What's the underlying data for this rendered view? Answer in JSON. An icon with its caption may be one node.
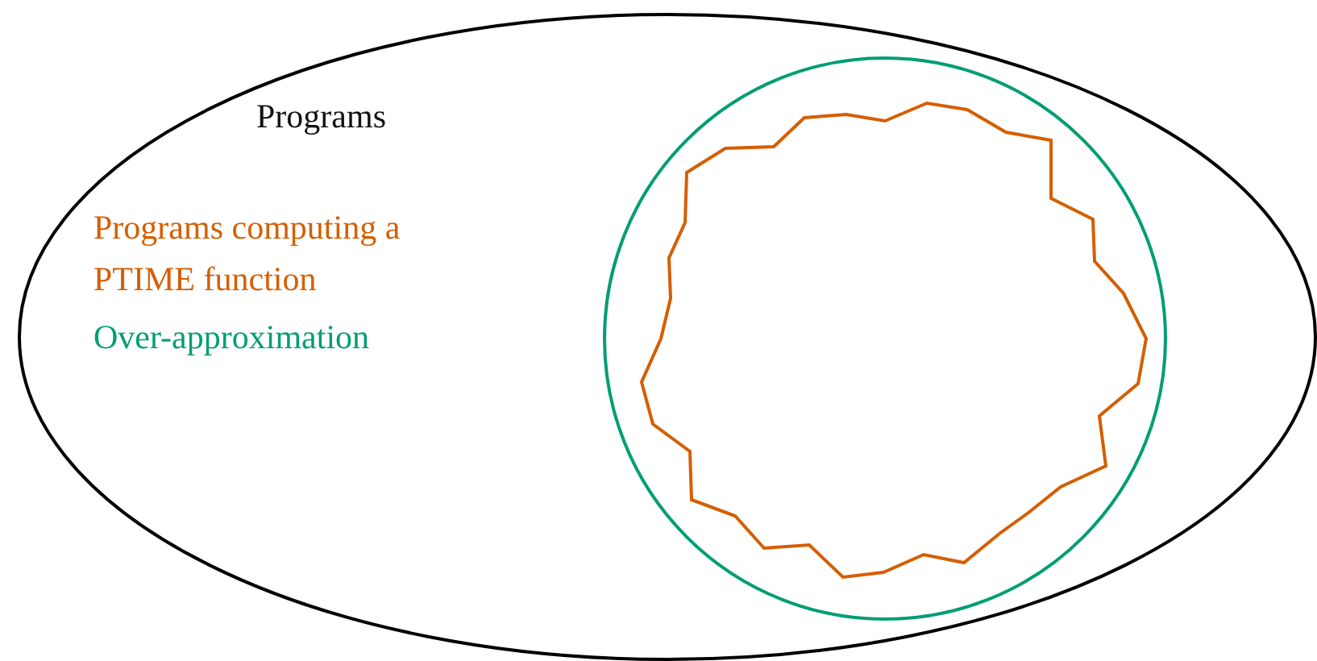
{
  "diagram": {
    "nodes": [
      {
        "text": [
          "Programs"
        ]
      },
      {
        "text": [],
        "shape": "circle",
        "in": 0
      },
      {
        "text": [],
        "shape": "polygon",
        "in": 1
      }
    ],
    "edges": [],
    "legend": [
      {
        "text": "Programs computing a PTIME function",
        "color": "#d55e00"
      },
      {
        "text": "Over-approximation",
        "color": "#009e73"
      }
    ]
  }
}
